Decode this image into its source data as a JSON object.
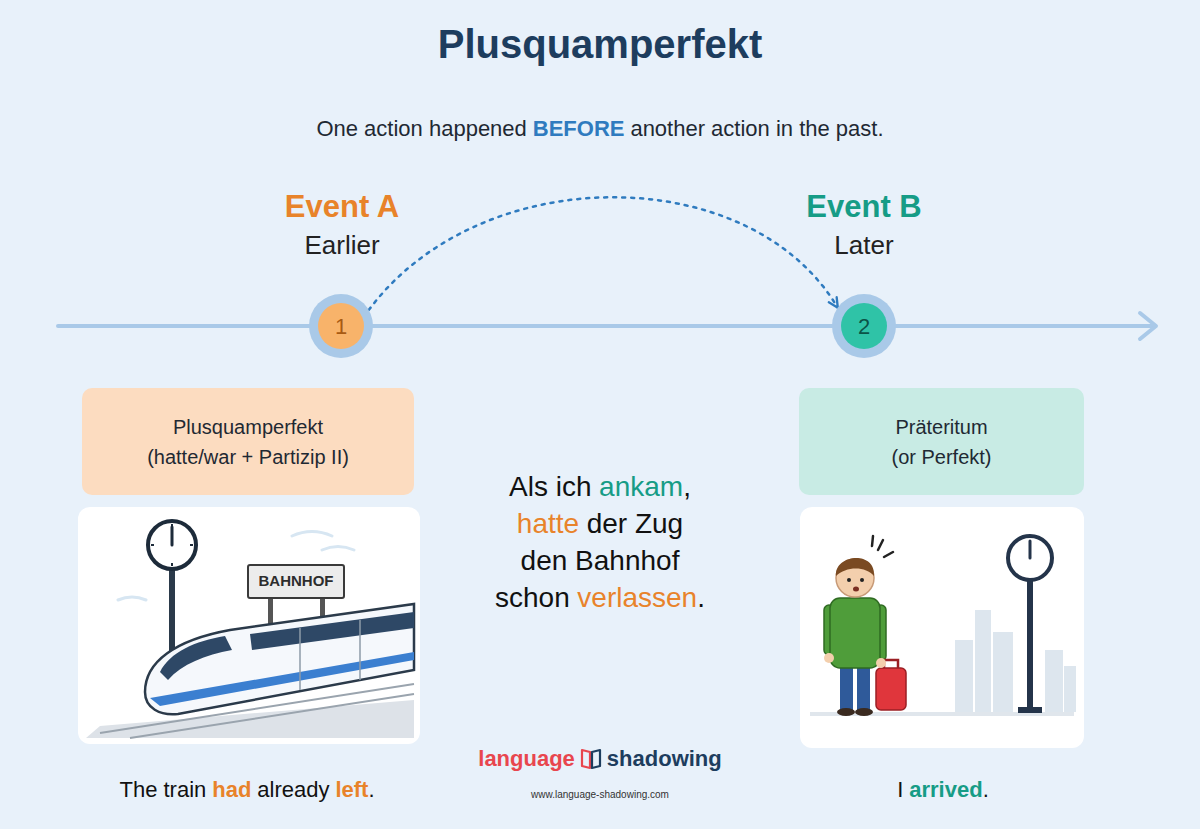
{
  "diagram": {
    "title": "Plusquamperfekt",
    "nodes": [
      {
        "text": [
          "1"
        ]
      },
      {
        "text": [
          "2"
        ]
      },
      {
        "text": [
          "Plusquamperfekt",
          "(hatte/war + Partizip II)"
        ]
      },
      {
        "text": [
          "Präteritum",
          "(or Perfekt)"
        ]
      }
    ],
    "edges": [
      {
        "from": 0,
        "to": 1,
        "arrow": "to"
      }
    ],
    "labels": [
      "One action happened",
      "BEFORE",
      "another action in the past.",
      "Event A",
      "Earlier",
      "Event B",
      "Later",
      "BAHNHOF",
      "Als ich",
      "ankam",
      ",",
      "hatte",
      "der Zug",
      "den Bahnhof",
      "schon",
      "verlassen",
      ".",
      "The train",
      "had",
      "already",
      "left",
      ".",
      "language",
      "shadowing",
      "www.language-shadowing.com",
      "I",
      "arrived",
      "."
    ]
  }
}
